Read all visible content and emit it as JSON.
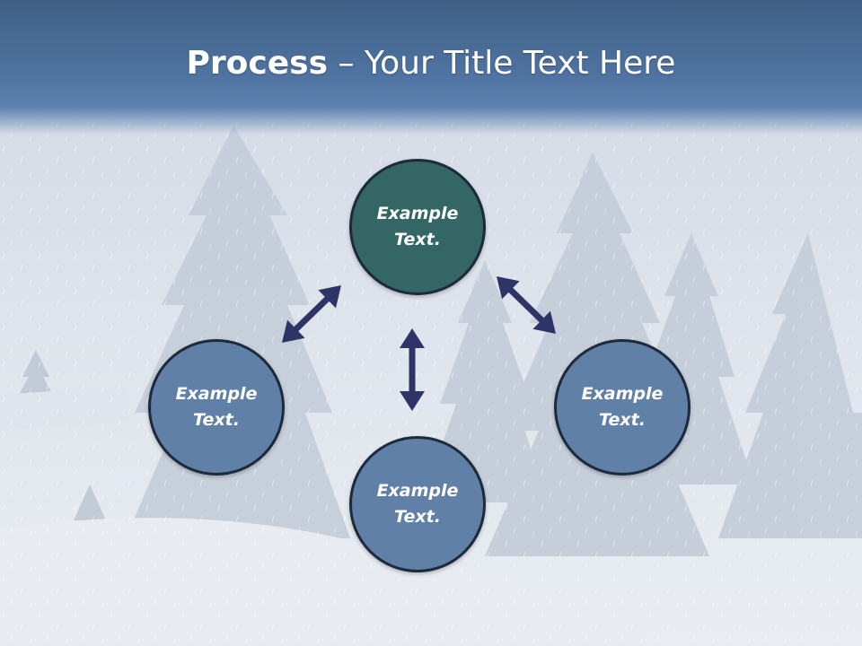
{
  "slide": {
    "title_bold": "Process",
    "title_rest": " – Your Title Text Here"
  },
  "diagram": {
    "nodes": [
      {
        "id": "top",
        "label": "Example Text.",
        "color": "#336664"
      },
      {
        "id": "left",
        "label": "Example Text.",
        "color": "#6180a8"
      },
      {
        "id": "right",
        "label": "Example Text.",
        "color": "#6180a8"
      },
      {
        "id": "bottom",
        "label": "Example Text.",
        "color": "#6180a8"
      }
    ],
    "arrow_color": "#2e3566",
    "arrows": [
      {
        "from": "left",
        "to": "top",
        "direction": "bidirectional"
      },
      {
        "from": "top",
        "to": "right",
        "direction": "bidirectional"
      },
      {
        "from": "top",
        "to": "bottom",
        "direction": "bidirectional"
      }
    ]
  }
}
